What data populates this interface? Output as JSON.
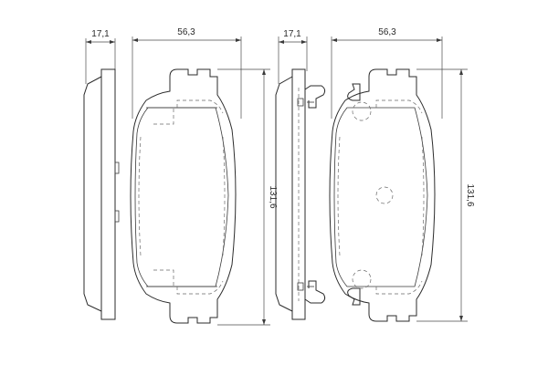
{
  "dimensions": {
    "left_thickness": "17,1",
    "left_width": "56,3",
    "left_height": "131,6",
    "right_thickness": "17,1",
    "right_width": "56,3",
    "right_height": "131,6"
  }
}
